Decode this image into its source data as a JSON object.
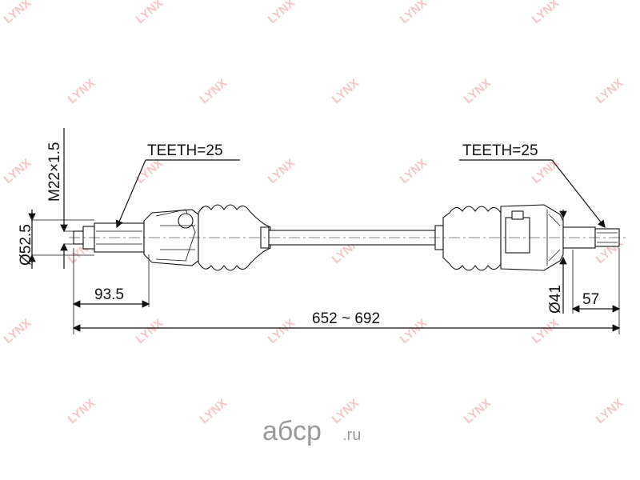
{
  "watermark": {
    "text": "LYNX",
    "color": "#f2b8b8"
  },
  "dimensions": {
    "teeth_left": "TEETH=25",
    "teeth_right": "TEETH=25",
    "thread": "M22×1.5",
    "dia_left": "Ø52.5",
    "dia_right": "Ø41",
    "length_left": "93.5",
    "length_right": "57",
    "total_length": "652 ~ 692"
  },
  "logo": {
    "main": "абср",
    "suffix": ".ru",
    "color": "#9a9a9a"
  }
}
